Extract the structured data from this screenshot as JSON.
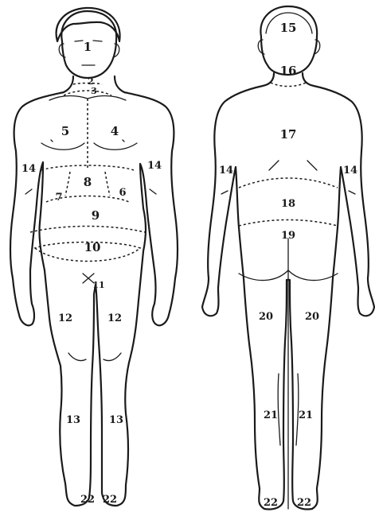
{
  "labels": {
    "front": {
      "head": "1",
      "neck": "2",
      "throat": "3",
      "left_chest": "4",
      "right_chest": "5",
      "left_flank": "6",
      "right_flank": "7",
      "upper_abdomen": "8",
      "navel": "9",
      "lower_abdomen": "10",
      "groin": "11",
      "right_thigh": "12",
      "left_thigh": "12",
      "right_shin": "13",
      "left_shin": "13",
      "right_arm": "14",
      "left_arm": "14",
      "right_foot": "22",
      "left_foot": "22"
    },
    "back": {
      "head": "15",
      "neck": "16",
      "upper_back": "17",
      "lower_back": "18",
      "lumbar": "19",
      "left_thigh": "20",
      "right_thigh": "20",
      "left_calf": "21",
      "right_calf": "21",
      "left_arm": "14",
      "right_arm": "14",
      "left_foot": "22",
      "right_foot": "22"
    }
  }
}
